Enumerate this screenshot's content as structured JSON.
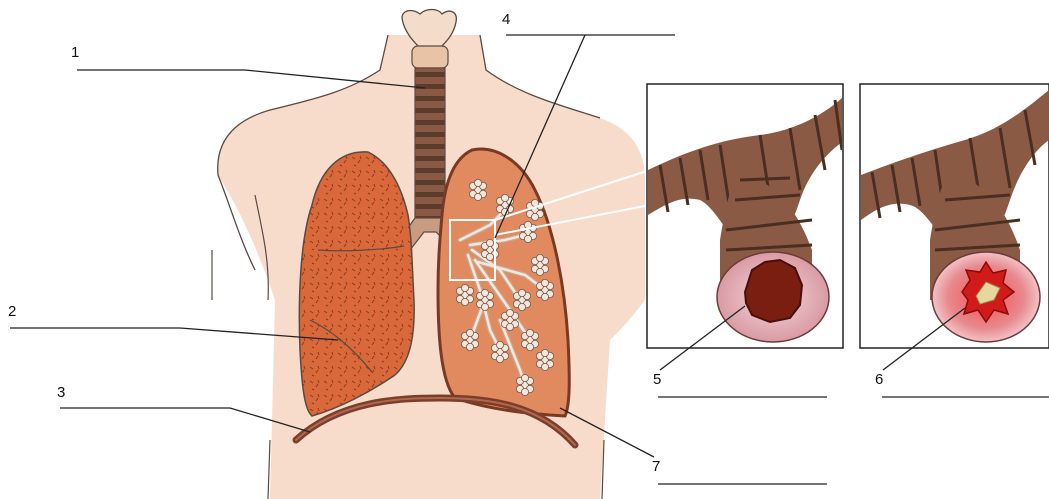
{
  "diagram": {
    "labels": [
      {
        "id": "1",
        "text": "1"
      },
      {
        "id": "2",
        "text": "2"
      },
      {
        "id": "3",
        "text": "3"
      },
      {
        "id": "4",
        "text": "4"
      },
      {
        "id": "5",
        "text": "5"
      },
      {
        "id": "6",
        "text": "6"
      },
      {
        "id": "7",
        "text": "7"
      }
    ]
  },
  "colors": {
    "skin": "#f7dccc",
    "skin_outline": "#5a4a44",
    "lung_right": "#d9683a",
    "lung_left": "#e28a5f",
    "lung_texture": "#8a3a1e",
    "bronchus_dark": "#5b3b2c",
    "bronchus_light": "#c99c82",
    "alveoli": "#f3e7dd",
    "diaphragm": "#7a3f2c",
    "airway_lumen_normal": "#7a1e12",
    "airway_lumen_inflamed": "#d11a1a",
    "airway_wall": "#e9b7b9",
    "mucus": "#e8d5a0"
  }
}
